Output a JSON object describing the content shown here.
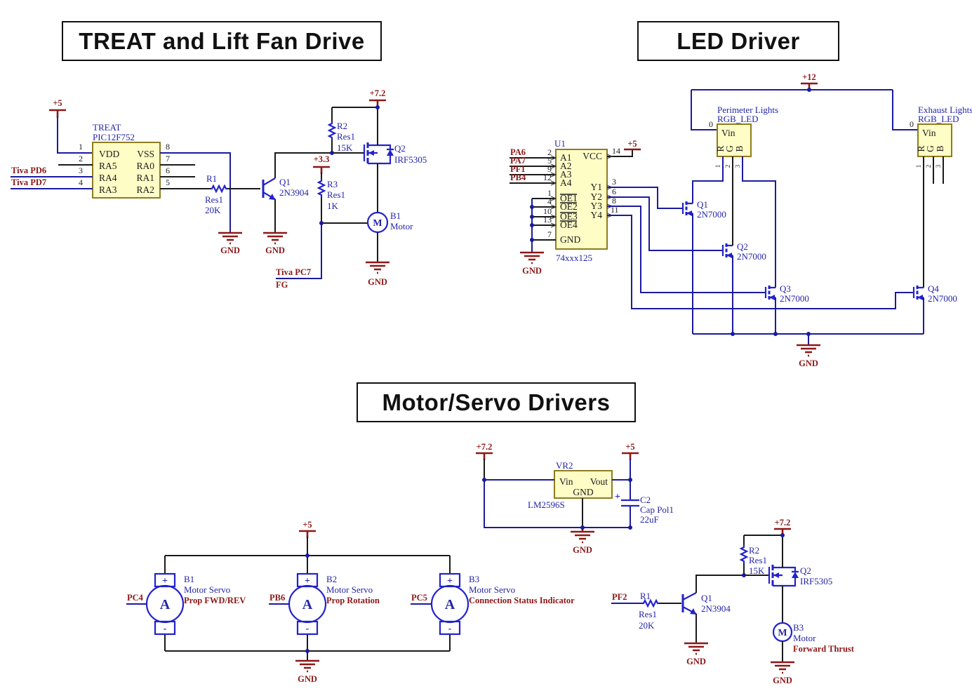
{
  "titles": {
    "s1": "TREAT and Lift Fan Drive",
    "s2": "LED Driver",
    "s3": "Motor/Servo Drivers"
  },
  "colors": {
    "wire_navy": "#1b1b9e",
    "wire_black": "#1a1a1a",
    "symbol_blue": "#2222cc",
    "component_fill": "#fffdc6",
    "component_border": "#8e7c20",
    "net_label_red": "#8d1717",
    "designator_blue": "#2424aa"
  },
  "s1": {
    "power": {
      "p5": "+5",
      "p72": "+7.2",
      "p33": "+3.3"
    },
    "gnd": "GND",
    "chip": {
      "designator": "TREAT",
      "part": "PIC12F752",
      "left_pins": [
        {
          "num": "1",
          "name": "VDD"
        },
        {
          "num": "2",
          "name": "RA5"
        },
        {
          "num": "3",
          "name": "RA4"
        },
        {
          "num": "4",
          "name": "RA3"
        }
      ],
      "right_pins": [
        {
          "num": "8",
          "name": "VSS"
        },
        {
          "num": "7",
          "name": "RA0"
        },
        {
          "num": "6",
          "name": "RA1"
        },
        {
          "num": "5",
          "name": "RA2"
        }
      ]
    },
    "nets": {
      "pd6": "Tiva PD6",
      "pd7": "Tiva PD7",
      "pc7": "Tiva PC7",
      "fg": "FG"
    },
    "r1": {
      "ref": "R1",
      "lib": "Res1",
      "val": "20K"
    },
    "r2": {
      "ref": "R2",
      "lib": "Res1",
      "val": "15K"
    },
    "r3": {
      "ref": "R3",
      "lib": "Res1",
      "val": "1K"
    },
    "q1": {
      "ref": "Q1",
      "part": "2N3904"
    },
    "q2": {
      "ref": "Q2",
      "part": "IRF5305"
    },
    "b1": {
      "ref": "B1",
      "desc": "Motor",
      "sym": "M"
    }
  },
  "s2": {
    "power": {
      "p12": "+12",
      "p5": "+5"
    },
    "gnd": "GND",
    "u1": {
      "designator": "U1",
      "part": "74xxx125",
      "inputs": [
        {
          "num": "2",
          "name": "A1",
          "net": "PA6"
        },
        {
          "num": "5",
          "name": "A2",
          "net": "PA7"
        },
        {
          "num": "9",
          "name": "A3",
          "net": "PF1"
        },
        {
          "num": "12",
          "name": "A4",
          "net": "PB4"
        }
      ],
      "oe": [
        {
          "num": "1",
          "name": "OE1"
        },
        {
          "num": "4",
          "name": "OE2"
        },
        {
          "num": "10",
          "name": "OE3"
        },
        {
          "num": "13",
          "name": "OE4"
        }
      ],
      "gnd_pin": {
        "num": "7",
        "name": "GND"
      },
      "vcc_pin": {
        "num": "14",
        "name": "VCC"
      },
      "outputs": [
        {
          "num": "3",
          "name": "Y1"
        },
        {
          "num": "6",
          "name": "Y2"
        },
        {
          "num": "8",
          "name": "Y3"
        },
        {
          "num": "11",
          "name": "Y4"
        }
      ]
    },
    "led1": {
      "title": "Perimeter Lights",
      "part": "RGB_LED",
      "vin": "Vin",
      "pin0": "0",
      "r": "R",
      "g": "G",
      "b": "B",
      "n1": "1",
      "n2": "2",
      "n3": "3"
    },
    "led2": {
      "title": "Exhaust Lights",
      "part": "RGB_LED",
      "vin": "Vin",
      "pin0": "0",
      "r": "R",
      "g": "G",
      "b": "B",
      "n1": "1",
      "n2": "2",
      "n3": "3"
    },
    "q1": {
      "ref": "Q1",
      "part": "2N7000"
    },
    "q2": {
      "ref": "Q2",
      "part": "2N7000"
    },
    "q3": {
      "ref": "Q3",
      "part": "2N7000"
    },
    "q4": {
      "ref": "Q4",
      "part": "2N7000"
    }
  },
  "s3": {
    "power": {
      "p72a": "+7.2",
      "p5a": "+5",
      "p5b": "+5",
      "p72b": "+7.2"
    },
    "gnd": "GND",
    "vr2": {
      "ref": "VR2",
      "part": "LM2596S",
      "vin": "Vin",
      "vout": "Vout",
      "gnd": "GND"
    },
    "c2": {
      "ref": "C2",
      "lib": "Cap Pol1",
      "val": "22uF",
      "plus": "+"
    },
    "servos": [
      {
        "ref": "B1",
        "type": "Motor Servo",
        "desc": "Prop FWD/REV",
        "net": "PC4",
        "sym": "A",
        "plus": "+",
        "minus": "-"
      },
      {
        "ref": "B2",
        "type": "Motor Servo",
        "desc": "Prop Rotation",
        "net": "PB6",
        "sym": "A",
        "plus": "+",
        "minus": "-"
      },
      {
        "ref": "B3",
        "type": "Motor Servo",
        "desc": "Connection Status Indicator",
        "net": "PC5",
        "sym": "A",
        "plus": "+",
        "minus": "-"
      }
    ],
    "net_pf2": "PF2",
    "r1": {
      "ref": "R1",
      "lib": "Res1",
      "val": "20K"
    },
    "r2": {
      "ref": "R2",
      "lib": "Res1",
      "val": "15K"
    },
    "q1": {
      "ref": "Q1",
      "part": "2N3904"
    },
    "q2": {
      "ref": "Q2",
      "part": "IRF5305"
    },
    "b3": {
      "ref": "B3",
      "desc": "Motor",
      "desc2": "Forward Thrust",
      "sym": "M"
    }
  }
}
